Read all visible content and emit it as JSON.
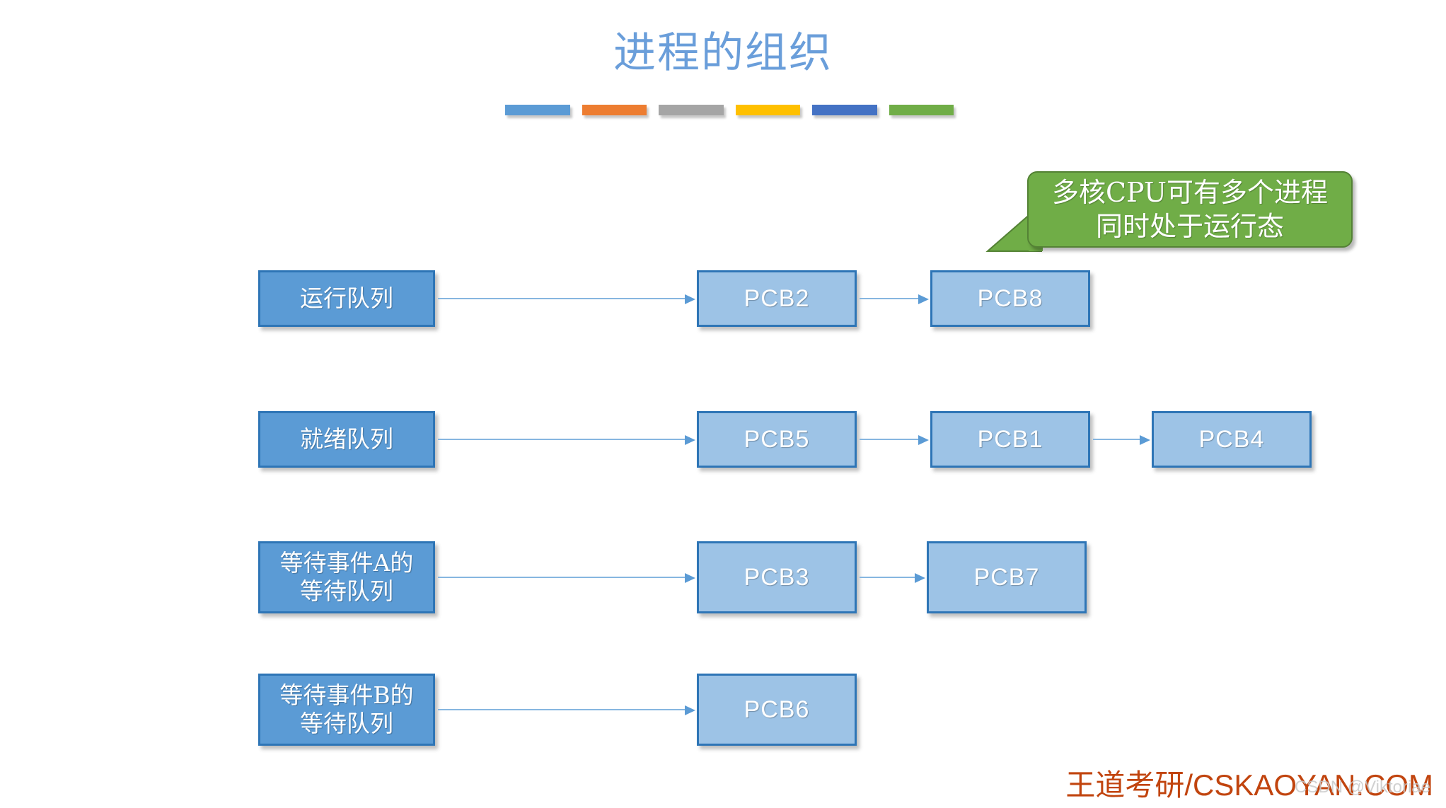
{
  "slide": {
    "title": "进程的组织",
    "title_color": "#6A9EDA",
    "background": "#ffffff"
  },
  "accent_bars": [
    {
      "name": "bar-blue",
      "color": "#5B9BD5"
    },
    {
      "name": "bar-orange",
      "color": "#ED7D31"
    },
    {
      "name": "bar-gray",
      "color": "#A5A5A5"
    },
    {
      "name": "bar-yellow",
      "color": "#FFC000"
    },
    {
      "name": "bar-dark-blue",
      "color": "#4472C4"
    },
    {
      "name": "bar-green",
      "color": "#70AD47"
    }
  ],
  "callout": {
    "line1": "多核CPU可有多个进程",
    "line2": "同时处于运行态",
    "fill": "#70AD47",
    "border": "#548235",
    "text_color": "#FFFFFF"
  },
  "palette": {
    "queue_fill": "#5B9BD5",
    "queue_border": "#2E75B6",
    "pcb_fill": "#9DC3E6",
    "pcb_border": "#2E75B6",
    "arrow_line": "#86B6E0",
    "arrow_head": "#5B9BD5"
  },
  "rows": [
    {
      "id": "run-queue",
      "queue": {
        "line1": "运行队列",
        "line2": ""
      },
      "pcbs": [
        "PCB2",
        "PCB8"
      ]
    },
    {
      "id": "ready-queue",
      "queue": {
        "line1": "就绪队列",
        "line2": ""
      },
      "pcbs": [
        "PCB5",
        "PCB1",
        "PCB4"
      ]
    },
    {
      "id": "wait-queue-a",
      "queue": {
        "line1": "等待事件A的",
        "line2": "等待队列"
      },
      "pcbs": [
        "PCB3",
        "PCB7"
      ]
    },
    {
      "id": "wait-queue-b",
      "queue": {
        "line1": "等待事件B的",
        "line2": "等待队列"
      },
      "pcbs": [
        "PCB6"
      ]
    }
  ],
  "footer": {
    "brand": "王道考研/CSKAOYAN.COM",
    "brand_color": "#C1440E",
    "watermark": "CSDN @Viktoriae"
  }
}
